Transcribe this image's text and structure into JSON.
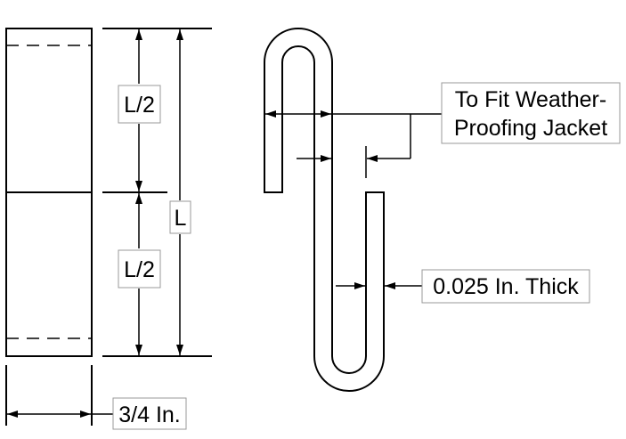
{
  "labels": {
    "half_top": "L/2",
    "half_bottom": "L/2",
    "length": "L",
    "width": "3/4 In.",
    "fit_line1": "To Fit Weather-",
    "fit_line2": "Proofing Jacket",
    "thickness": "0.025 In. Thick"
  },
  "colors": {
    "line": "#000000",
    "label_border": "#999999",
    "background": "#ffffff"
  }
}
